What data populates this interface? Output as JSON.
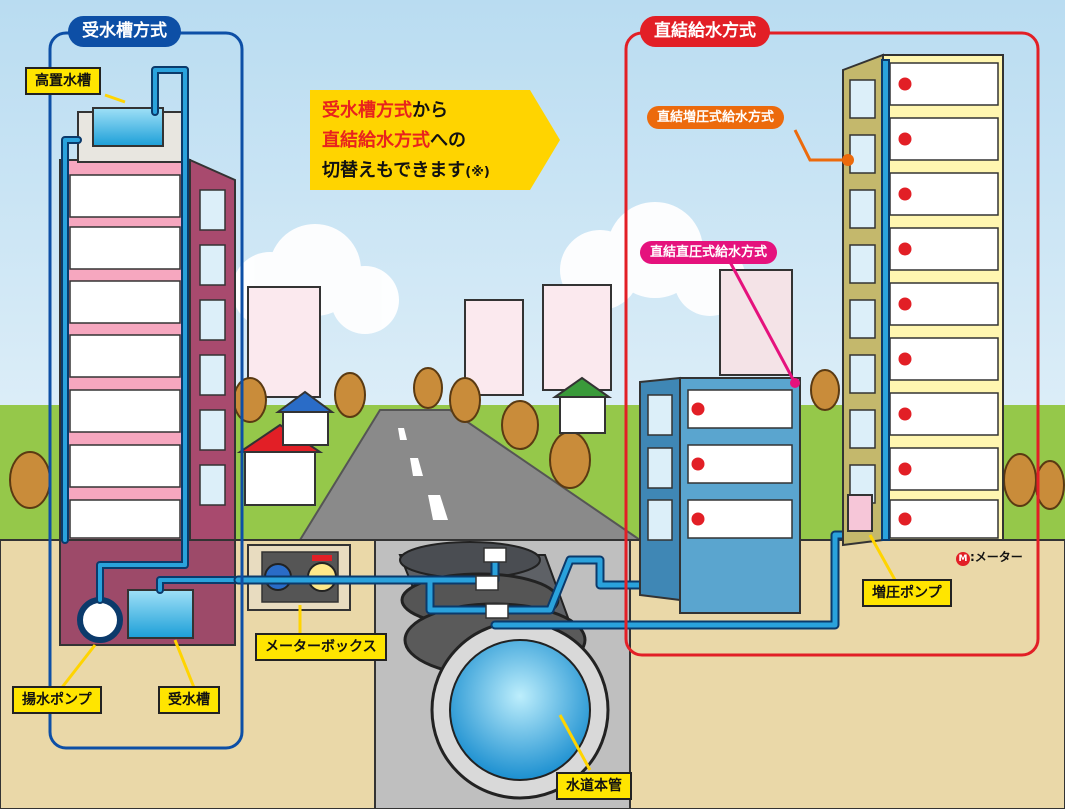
{
  "left_system": {
    "title": "受水槽方式",
    "color": "#0d4fa6"
  },
  "right_system": {
    "title": "直結給水方式",
    "color": "#e21f26"
  },
  "callout": {
    "line1_highlight": "受水槽方式",
    "line1_rest": "から",
    "line2_highlight": "直結給水方式",
    "line2_rest": "への",
    "line3": "切替えもできます",
    "line3_note": "(※)",
    "highlight_color": "#e8231d"
  },
  "labels": {
    "elevated_tank": "高置水槽",
    "pump_lift": "揚水ポンプ",
    "receiving_tank": "受水槽",
    "meter_box": "メーターボックス",
    "water_main": "水道本管",
    "booster_pump": "増圧ポンプ"
  },
  "methods": {
    "booster": {
      "label": "直結増圧式給水方式",
      "color": "#ec6a0c"
    },
    "direct": {
      "label": "直結直圧式給水方式",
      "color": "#e5127d"
    }
  },
  "legend": {
    "symbol": "M",
    "text": ":メーター"
  },
  "colors": {
    "pipe": "#2aa2dc",
    "pipe_outline": "#0b3a6b",
    "ground": "#ead8a8",
    "sky": "#cfe6f4"
  }
}
